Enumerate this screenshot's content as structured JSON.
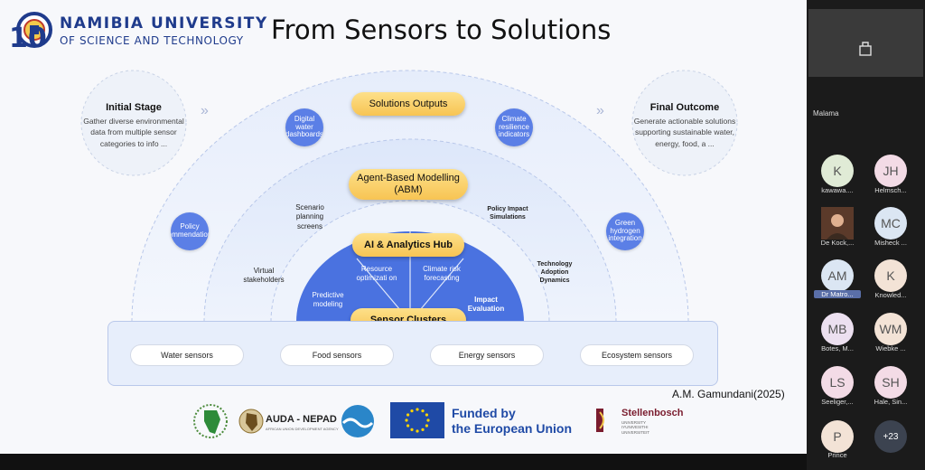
{
  "slide": {
    "university_line1": "NAMIBIA UNIVERSITY",
    "university_line2": "OF SCIENCE AND TECHNOLOGY",
    "logo_number": "10",
    "title": "From Sensors to Solutions",
    "initial_stage": {
      "heading": "Initial Stage",
      "text": "Gather diverse environmental data from multiple sensor categories to info ..."
    },
    "final_outcome": {
      "heading": "Final Outcome",
      "text": "Generate actionable solutions supporting sustainable water, energy, food, a ..."
    },
    "chevrons_left": "»",
    "chevrons_right": "»",
    "solutions_outputs": "Solutions Outputs",
    "abm": "Agent-Based Modelling (ABM)",
    "ai_hub": "AI & Analytics Hub",
    "sensor_clusters": "Sensor Clusters",
    "bubbles": {
      "digital_water": "Digital water dashboards",
      "climate_resilience": "Climate resilience indicators",
      "policy_recommendations": "Policy commendations",
      "green_hydrogen": "Green hydrogen integration"
    },
    "labels": {
      "scenario_planning": "Scenario planning screens",
      "policy_impact": "Policy Impact Simulations",
      "virtual_stakeholders": "Virtual stakeholders",
      "technology_adoption": "Technology Adoption Dynamics"
    },
    "segments": {
      "predictive": "Predictive modeling",
      "resource": "Resource optimizati on",
      "climate_risk": "Climate risk forecasting",
      "impact": "Impact Evaluation"
    },
    "sensors": [
      "Water sensors",
      "Food sensors",
      "Energy sensors",
      "Ecosystem sensors"
    ],
    "credit": "A.M. Gamundani(2025)",
    "logos": {
      "auda": "AUDA - NEPAD",
      "auda_sub": "AFRICAN UNION DEVELOPMENT AGENCY",
      "eu_line1": "Funded by",
      "eu_line2": "the European Union",
      "stellenbosch": "Stellenbosch",
      "stellenbosch_sub1": "UNIVERSITY",
      "stellenbosch_sub2": "IYUNIVESITHI",
      "stellenbosch_sub3": "UNIVERSITEIT"
    }
  },
  "meeting": {
    "speaker_name": "Malama",
    "participants": [
      {
        "initials": "K",
        "name": "kawawa...."
      },
      {
        "initials": "JH",
        "name": "Helmsch..."
      },
      {
        "initials": "",
        "name": "De Kock,..."
      },
      {
        "initials": "MC",
        "name": "Misheck ..."
      },
      {
        "initials": "AM",
        "name": "Dr Matro..."
      },
      {
        "initials": "K",
        "name": "Knowled..."
      },
      {
        "initials": "MB",
        "name": "Botes, M..."
      },
      {
        "initials": "WM",
        "name": "Wiebke ..."
      },
      {
        "initials": "LS",
        "name": "Seeliger,..."
      },
      {
        "initials": "SH",
        "name": "Hale, Sin..."
      },
      {
        "initials": "P",
        "name": "Prince"
      },
      {
        "initials": "+23",
        "name": ""
      }
    ]
  },
  "colors": {
    "accent_blue": "#5b7fe6",
    "pill_gold": "#f7c453",
    "brand_navy": "#1f3b8c"
  }
}
